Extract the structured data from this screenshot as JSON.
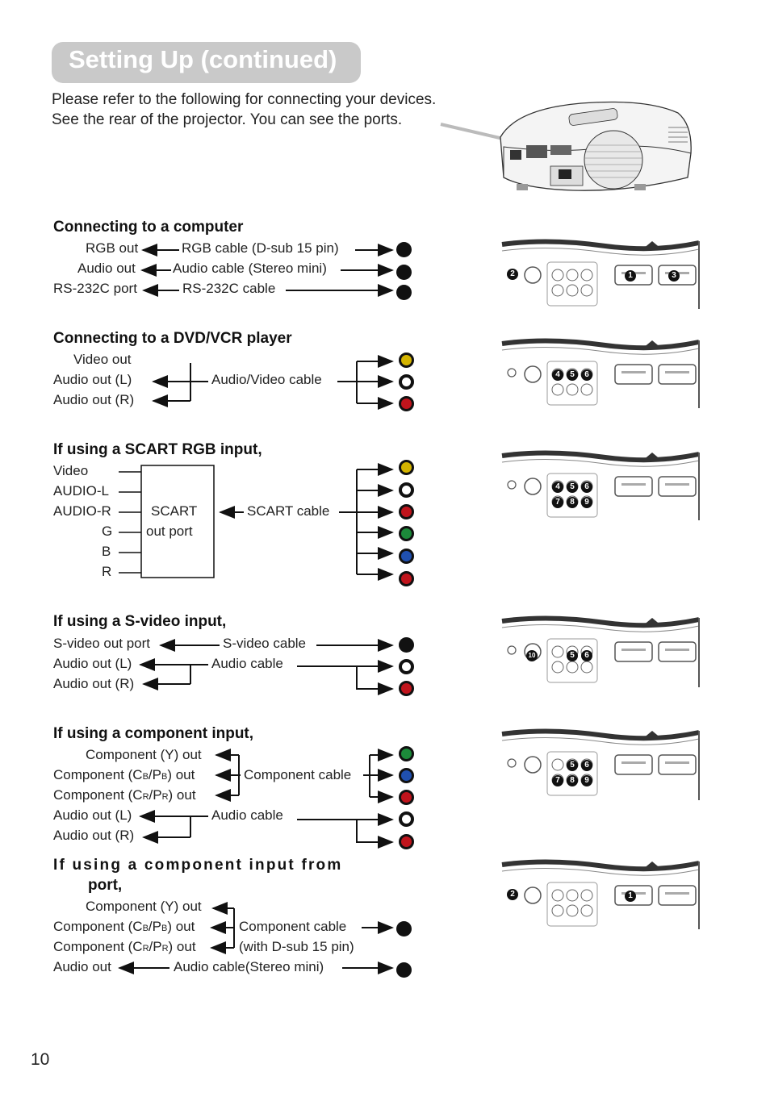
{
  "page": {
    "title": "Setting Up (continued)",
    "intro_line1": "Please refer to the following for connecting your devices.",
    "intro_line2": "See the rear of the projector. You can see the ports.",
    "page_number": "10"
  },
  "sections": {
    "computer": {
      "heading": "Connecting to a computer",
      "rows": [
        {
          "left": "RGB out",
          "cable": "RGB cable (D-sub 15 pin)"
        },
        {
          "left": "Audio out",
          "cable": "Audio cable (Stereo mini)"
        },
        {
          "left": "RS-232C port",
          "cable": "RS-232C cable"
        }
      ]
    },
    "dvd": {
      "heading": "Connecting to a DVD/VCR player",
      "rows": [
        "Video out",
        "Audio out (L)",
        "Audio out (R)"
      ],
      "cable": "Audio/Video cable"
    },
    "scart": {
      "heading": "If using a SCART RGB input,",
      "rows": [
        "Video",
        "AUDIO-L",
        "AUDIO-R",
        "G",
        "B",
        "R"
      ],
      "box_line1": "SCART",
      "box_line2": "out port",
      "cable": "SCART cable"
    },
    "svideo": {
      "heading": "If using a S-video input,",
      "rows": [
        "S-video out port",
        "Audio out (L)",
        "Audio out (R)"
      ],
      "cable1": "S-video cable",
      "cable2": "Audio cable"
    },
    "component": {
      "heading": "If using a component input,",
      "row1": "Component (Y) out",
      "row2_a": "Component (C",
      "row2_b": "B",
      "row2_c": "/P",
      "row2_d": "B",
      "row2_e": ") out",
      "row3_a": "Component (C",
      "row3_b": "R",
      "row3_c": "/P",
      "row3_d": "R",
      "row3_e": ") out",
      "row4": "Audio out (L)",
      "row5": "Audio out (R)",
      "cable1": "Component cable",
      "cable2": "Audio cable"
    },
    "component_port": {
      "heading_line1": "If using a component input from",
      "heading_line2": "port,",
      "row1": "Component (Y) out",
      "row2_a": "Component (C",
      "row2_b": "B",
      "row2_c": "/P",
      "row2_d": "B",
      "row2_e": ") out",
      "row3_a": "Component (C",
      "row3_b": "R",
      "row3_c": "/P",
      "row3_d": "R",
      "row3_e": ") out",
      "row4": "Audio out",
      "cable1": "Component cable",
      "cable1b": "(with D-sub 15 pin)",
      "cable2": "Audio cable(Stereo mini)"
    }
  },
  "panel_badges": {
    "p1": [
      "2",
      "1",
      "3"
    ],
    "p2": [
      "4",
      "5",
      "6"
    ],
    "p3": [
      "4",
      "5",
      "6",
      "7",
      "8",
      "9"
    ],
    "p4": [
      "10",
      "5",
      "6"
    ],
    "p5": [
      "5",
      "6",
      "7",
      "8",
      "9"
    ],
    "p6": [
      "2",
      "1"
    ]
  },
  "plug_colors": {
    "black": "#111111",
    "yellow": "#d4b400",
    "white": "#ffffff",
    "red": "#c0141c",
    "green": "#1c8a3a",
    "blue": "#2050b0"
  }
}
